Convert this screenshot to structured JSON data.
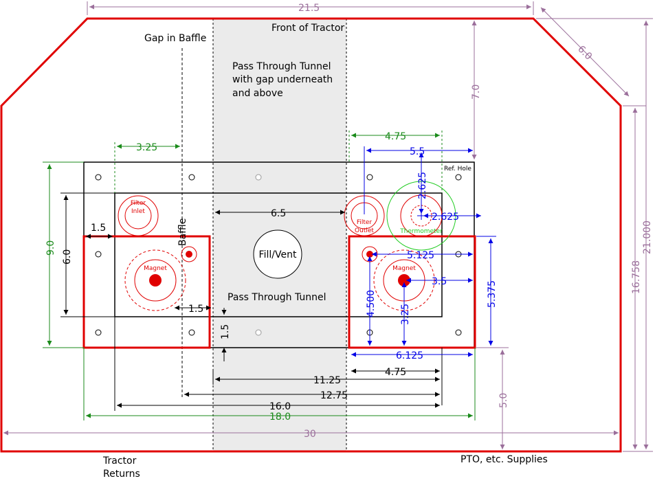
{
  "labels": {
    "front": "Front of Tractor",
    "gap": "Gap in Baffle",
    "tunnel1": "Pass Through Tunnel",
    "tunnel2": "with gap underneath",
    "tunnel3": "and above",
    "fill": "Fill/Vent",
    "tunnel_lower": "Pass Through Tunnel",
    "baffle": "Baffle",
    "returns1": "Tractor",
    "returns2": "Returns",
    "supplies": "PTO, etc. Supplies",
    "ref_hole": "Ref. Hole",
    "filter_inlet1": "Filter",
    "filter_inlet2": "Inlet",
    "filter_outlet1": "Filter",
    "filter_outlet2": "Outlet",
    "magnet_left": "Magnet",
    "magnet_right": "Magnet",
    "thermometer": "Thermometer"
  },
  "dimensions": {
    "top_width": "21.5",
    "chamfer": "6.0",
    "top_right_vert": "7.0",
    "overall_height": "21.000",
    "right_height": "16.758",
    "bottom_right_vert": "5.0",
    "overall_width": "30",
    "plate_height": "9.0",
    "inner_height": "6.0",
    "left_offset": "1.5",
    "baffle_offset": "3.25",
    "fill_width": "6.5",
    "baffle_gap": "1.5",
    "tunnel_gap": "1.5",
    "w_11_25": "11.25",
    "w_12_75": "12.75",
    "w_16_0": "16.0",
    "w_18_0": "18.0",
    "w_4_75_bottom": "4.75",
    "w_6_125": "6.125",
    "w_4_75_top": "4.75",
    "w_5_5": "5.5",
    "th_2_625_v": "2.625",
    "th_2_625_h": "2.625",
    "w_5_125": "5.125",
    "w_3_5": "3.5",
    "h_4_500": "4.500",
    "h_3_25": "3.25",
    "h_5_375": "5.375"
  },
  "colors": {
    "outline": "#e00000",
    "dim_purple": "#9b6f9b",
    "dim_green": "#1a8a1a",
    "dim_blue": "#0000e6",
    "thermo_green": "#22cc22",
    "tunnel_fill": "#e6e6e6"
  }
}
